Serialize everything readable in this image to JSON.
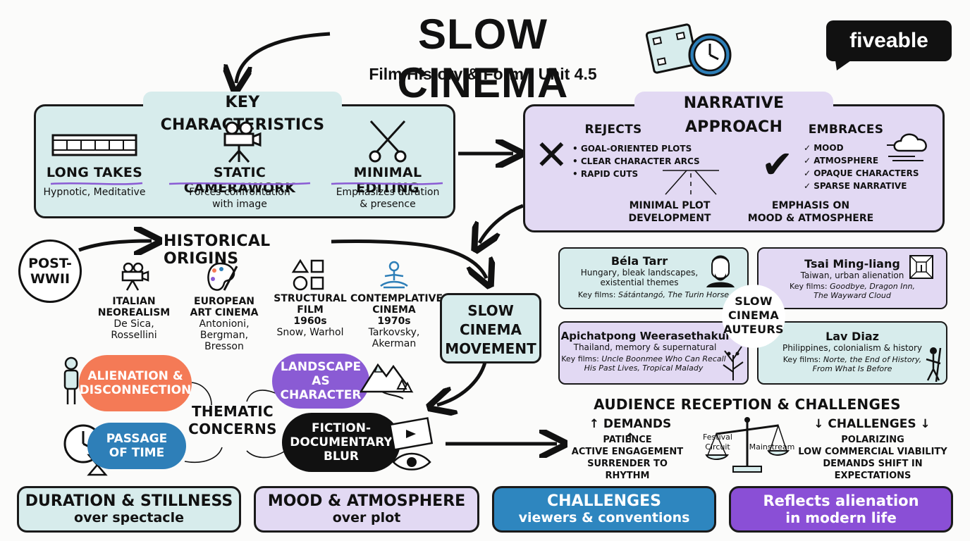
{
  "title": "SLOW CINEMA",
  "subtitle": "Film History & Form - Unit 4.5",
  "brand": "fiveable",
  "key_characteristics": {
    "heading": "KEY CHARACTERISTICS",
    "items": [
      {
        "name": "LONG TAKES",
        "desc1": "Hypnotic, Meditative",
        "desc2": "",
        "icon": "film-strip-icon"
      },
      {
        "name": "STATIC CAMERAWORK",
        "desc1": "Forces confrontation",
        "desc2": "with image",
        "icon": "camera-tripod-icon"
      },
      {
        "name": "MINIMAL EDITING",
        "desc1": "Emphasizes duration",
        "desc2": "& presence",
        "icon": "scissors-icon"
      }
    ]
  },
  "narrative": {
    "heading": "NARRATIVE APPROACH",
    "rejects_label": "REJECTS",
    "rejects": [
      "GOAL-ORIENTED PLOTS",
      "CLEAR CHARACTER ARCS",
      "RAPID CUTS"
    ],
    "embraces_label": "EMBRACES",
    "embraces": [
      "MOOD",
      "ATMOSPHERE",
      "OPAQUE CHARACTERS",
      "SPARSE NARRATIVE"
    ],
    "minimal1": "MINIMAL PLOT",
    "minimal2": "DEVELOPMENT",
    "emphasis1": "EMPHASIS ON",
    "emphasis2": "MOOD & ATMOSPHERE"
  },
  "origins": {
    "heading": "HISTORICAL ORIGINS",
    "post_wwii_1": "POST-",
    "post_wwii_2": "WWII",
    "items": [
      {
        "l1": "ITALIAN",
        "l2": "NEOREALISM",
        "l3": "De Sica,",
        "l4": "Rossellini",
        "icon": "movie-camera-icon"
      },
      {
        "l1": "EUROPEAN",
        "l2": "ART CINEMA",
        "l3": "Antonioni,",
        "l4": "Bergman,",
        "l5": "Bresson",
        "icon": "palette-icon"
      },
      {
        "l1": "STRUCTURAL",
        "l2": "FILM",
        "l3": "1960s",
        "l4": "Snow, Warhol",
        "icon": "shapes-icon"
      },
      {
        "l1": "CONTEMPLATIVE",
        "l2": "CINEMA",
        "l3": "1970s",
        "l4": "Tarkovsky,",
        "l5": "Akerman",
        "icon": "meditation-icon"
      }
    ]
  },
  "movement": {
    "l1": "SLOW",
    "l2": "CINEMA",
    "l3": "MOVEMENT"
  },
  "themes": {
    "center1": "THEMATIC",
    "center2": "CONCERNS",
    "alienation1": "ALIENATION &",
    "alienation2": "DISCONNECTION",
    "time1": "PASSAGE",
    "time2": "OF TIME",
    "landscape1": "LANDSCAPE AS",
    "landscape2": "CHARACTER",
    "fiction1": "FICTION-",
    "fiction2": "DOCUMENTARY",
    "fiction3": "BLUR"
  },
  "auteurs": {
    "center1": "SLOW",
    "center2": "CINEMA",
    "center3": "AUTEURS",
    "tarr": {
      "name": "Béla Tarr",
      "d1": "Hungary, bleak landscapes,",
      "d2": "existential themes",
      "films_label": "Key films:",
      "films": "Sátántangó, The Turin Horse"
    },
    "tsai": {
      "name": "Tsai Ming-liang",
      "d1": "Taiwan, urban alienation",
      "films_label": "Key films:",
      "films": "Goodbye, Dragon Inn,",
      "films2": "The Wayward Cloud"
    },
    "apichatpong": {
      "name": "Apichatpong Weerasethakul",
      "d1": "Thailand, memory & supernatural",
      "films_label": "Key films:",
      "films": "Uncle Boonmee Who Can Recall",
      "films2": "His Past Lives, Tropical Malady"
    },
    "diaz": {
      "name": "Lav Diaz",
      "d1": "Philippines, colonialism & history",
      "films_label": "Key films:",
      "films": "Norte, the End of History,",
      "films2": "From What Is Before"
    }
  },
  "audience": {
    "heading": "AUDIENCE RECEPTION & CHALLENGES",
    "demands_label": "DEMANDS",
    "demands": [
      "PATIENCE",
      "ACTIVE ENGAGEMENT",
      "SURRENDER TO RHYTHM"
    ],
    "festival1": "Festival",
    "festival2": "Circuit",
    "mainstream": "Mainstream",
    "challenges_label": "CHALLENGES",
    "challenges": [
      "POLARIZING",
      "LOW COMMERCIAL VIABILITY",
      "DEMANDS SHIFT IN EXPECTATIONS"
    ]
  },
  "footer": [
    {
      "l1": "DURATION & STILLNESS",
      "l2": "over spectacle"
    },
    {
      "l1": "MOOD & ATMOSPHERE",
      "l2": "over plot"
    },
    {
      "l1": "CHALLENGES",
      "l2": "viewers & conventions"
    },
    {
      "l1": "Reflects alienation",
      "l2": "in modern life"
    }
  ],
  "colors": {
    "teal_fill": "#d7ecec",
    "lavender_fill": "#e2d9f3",
    "alienation": "#f47a56",
    "passage": "#2e7fb8",
    "landscape": "#8a5bd4",
    "fiction": "#111111",
    "challenges_footer": "#2e86bf",
    "alienation_footer": "#8a4fd6"
  }
}
